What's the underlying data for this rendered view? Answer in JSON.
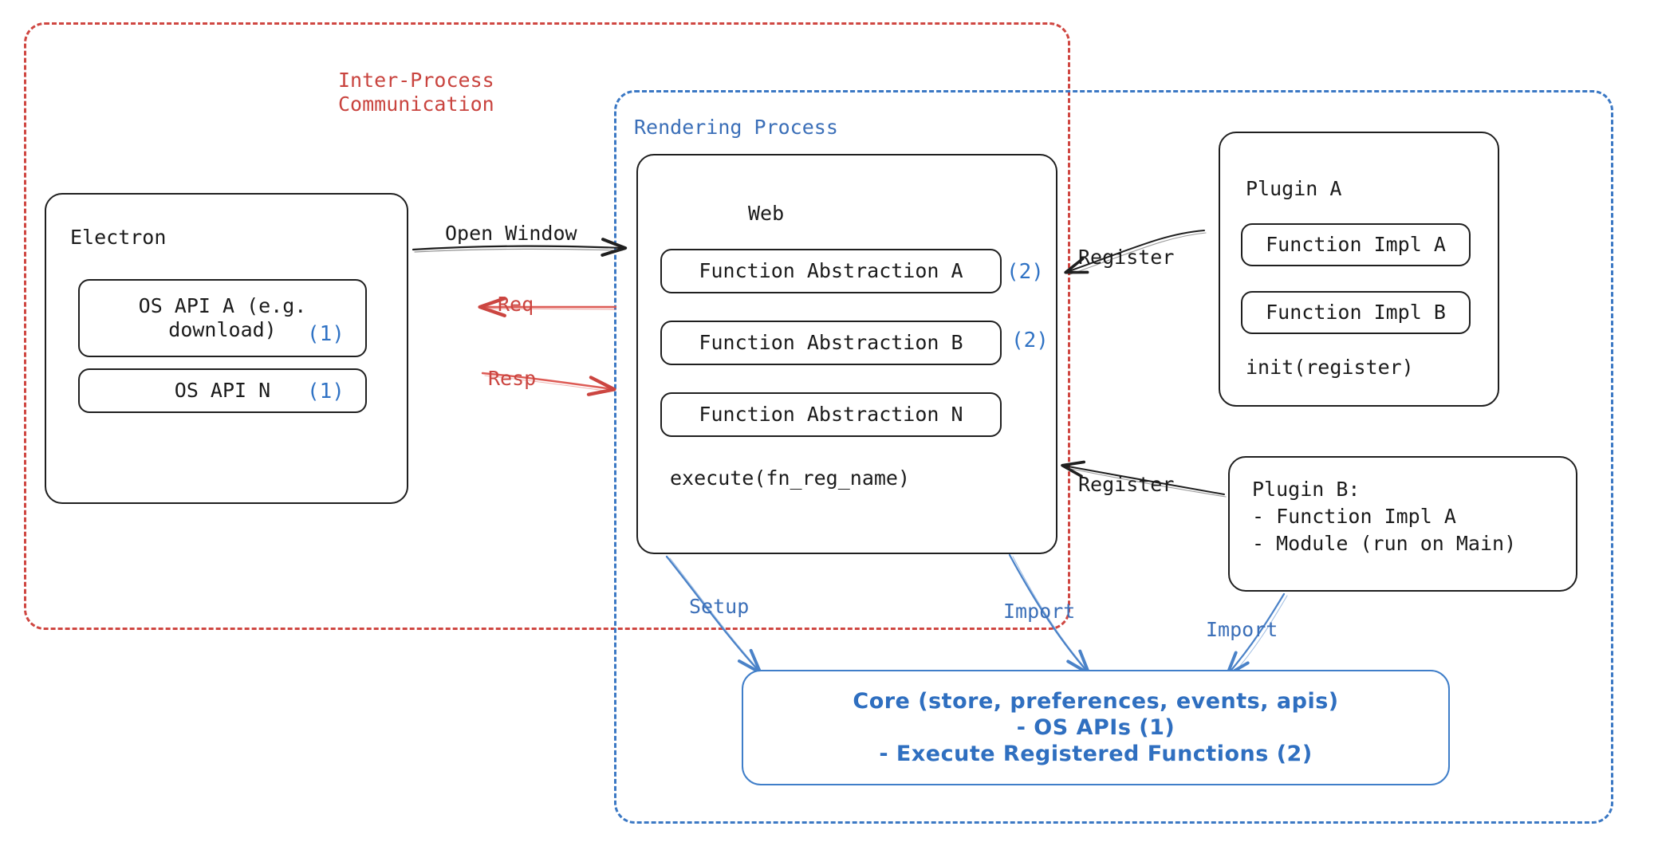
{
  "diagram": {
    "title": "Electron plugin architecture",
    "colors": {
      "ipc_red": "#cf4641",
      "render_blue": "#3b78c4",
      "marker_blue": "#2f72c4",
      "node_black": "#1f1f1f"
    }
  },
  "containers": {
    "ipc": {
      "label": "Inter-Process\nCommunication"
    },
    "rendering": {
      "label": "Rendering Process"
    }
  },
  "electron": {
    "title": "Electron",
    "apis": [
      {
        "label": "OS API A (e.g.\ndownload)",
        "marker": "(1)"
      },
      {
        "label": "OS API N",
        "marker": "(1)"
      }
    ]
  },
  "web": {
    "title": "Web",
    "abstractions": [
      {
        "label": "Function Abstraction A",
        "marker": "(2)"
      },
      {
        "label": "Function Abstraction B",
        "marker": "(2)"
      },
      {
        "label": "Function Abstraction N",
        "marker": ""
      }
    ],
    "footer": "execute(fn_reg_name)"
  },
  "plugin_a": {
    "title": "Plugin A",
    "impls": [
      "Function Impl A",
      "Function Impl B"
    ],
    "footer": "init(register)"
  },
  "plugin_b": {
    "lines": "Plugin B:\n- Function Impl A\n- Module (run on Main)"
  },
  "core": {
    "lines": [
      "Core (store, preferences, events, apis)",
      "- OS APIs (1)",
      "- Execute Registered Functions (2)"
    ]
  },
  "edges": [
    {
      "id": "open-window",
      "label": "Open Window",
      "color": "black"
    },
    {
      "id": "req",
      "label": "Req",
      "color": "red"
    },
    {
      "id": "resp",
      "label": "Resp",
      "color": "red"
    },
    {
      "id": "register-a",
      "label": "Register",
      "color": "black"
    },
    {
      "id": "register-b",
      "label": "Register",
      "color": "black"
    },
    {
      "id": "setup",
      "label": "Setup",
      "color": "blue"
    },
    {
      "id": "import-web",
      "label": "Import",
      "color": "blue"
    },
    {
      "id": "import-plugin-b",
      "label": "Import",
      "color": "blue"
    }
  ]
}
